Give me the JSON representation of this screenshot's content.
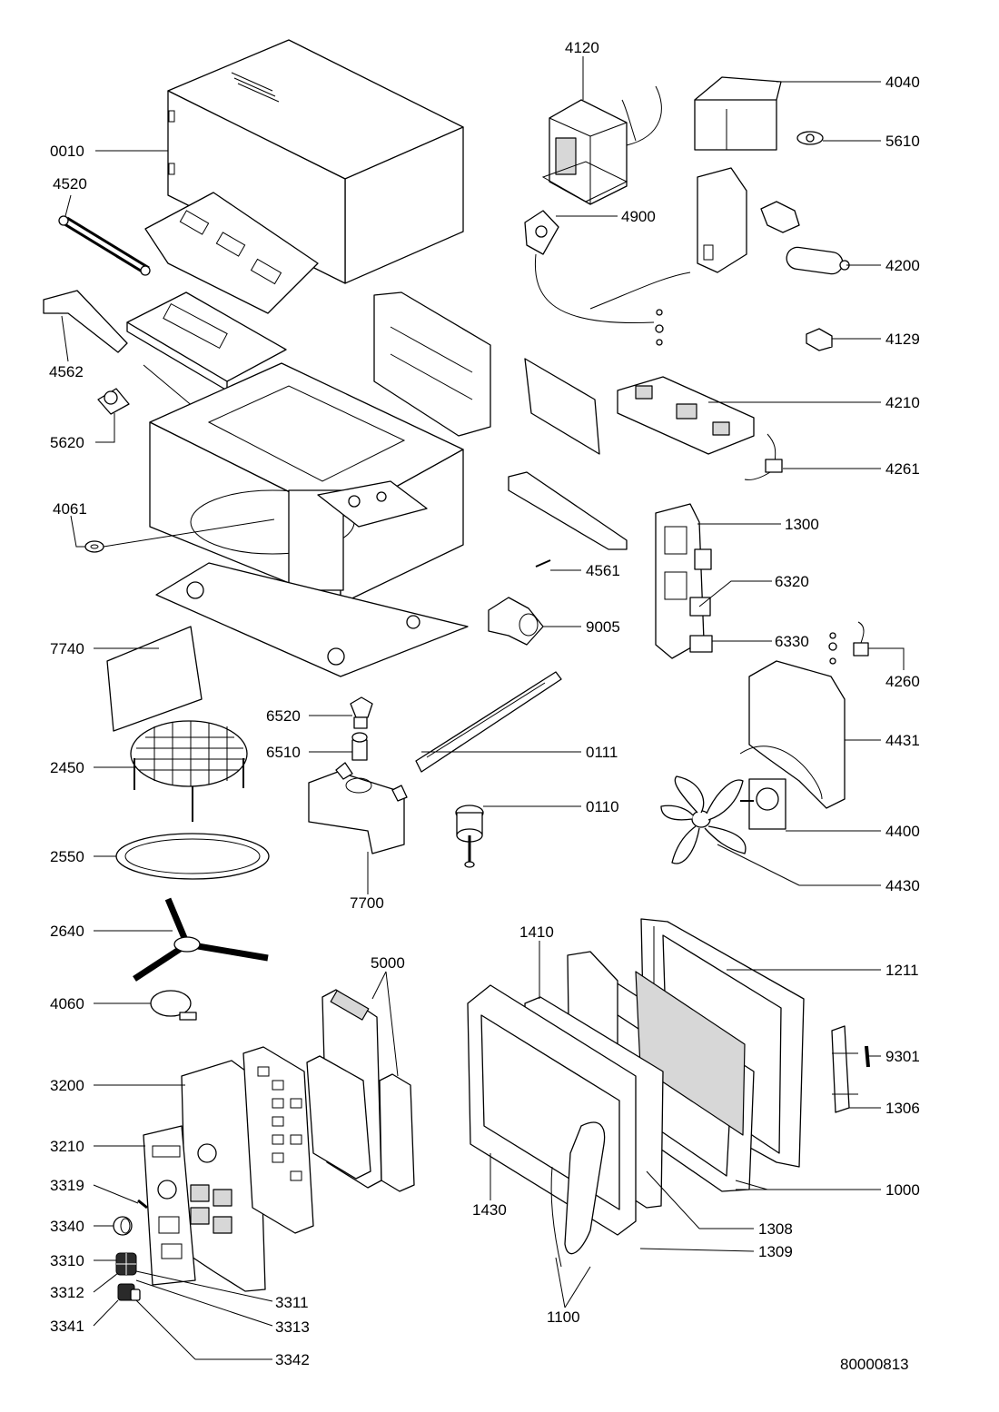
{
  "drawing_number": "80000813",
  "labels": {
    "p0010": "0010",
    "p4520": "4520",
    "p4562": "4562",
    "p5620": "5620",
    "p4061": "4061",
    "p7740": "7740",
    "p2450": "2450",
    "p2550": "2550",
    "p2640": "2640",
    "p4060": "4060",
    "p3200": "3200",
    "p3210": "3210",
    "p3319": "3319",
    "p3340": "3340",
    "p3310": "3310",
    "p3312": "3312",
    "p3341": "3341",
    "p3311": "3311",
    "p3313": "3313",
    "p3342": "3342",
    "p4120": "4120",
    "p4040": "4040",
    "p5610": "5610",
    "p4900": "4900",
    "p4200": "4200",
    "p4129": "4129",
    "p4210": "4210",
    "p4261": "4261",
    "p1300": "1300",
    "p4561": "4561",
    "p6320": "6320",
    "p9005": "9005",
    "p6330": "6330",
    "p4260": "4260",
    "p6520": "6520",
    "p4431": "4431",
    "p6510": "6510",
    "p0111": "0111",
    "p0110": "0110",
    "p4400": "4400",
    "p4430": "4430",
    "p7700": "7700",
    "p5000": "5000",
    "p1410": "1410",
    "p1211": "1211",
    "p9301": "9301",
    "p1306": "1306",
    "p1000": "1000",
    "p1430": "1430",
    "p1308": "1308",
    "p1309": "1309",
    "p1100": "1100"
  }
}
